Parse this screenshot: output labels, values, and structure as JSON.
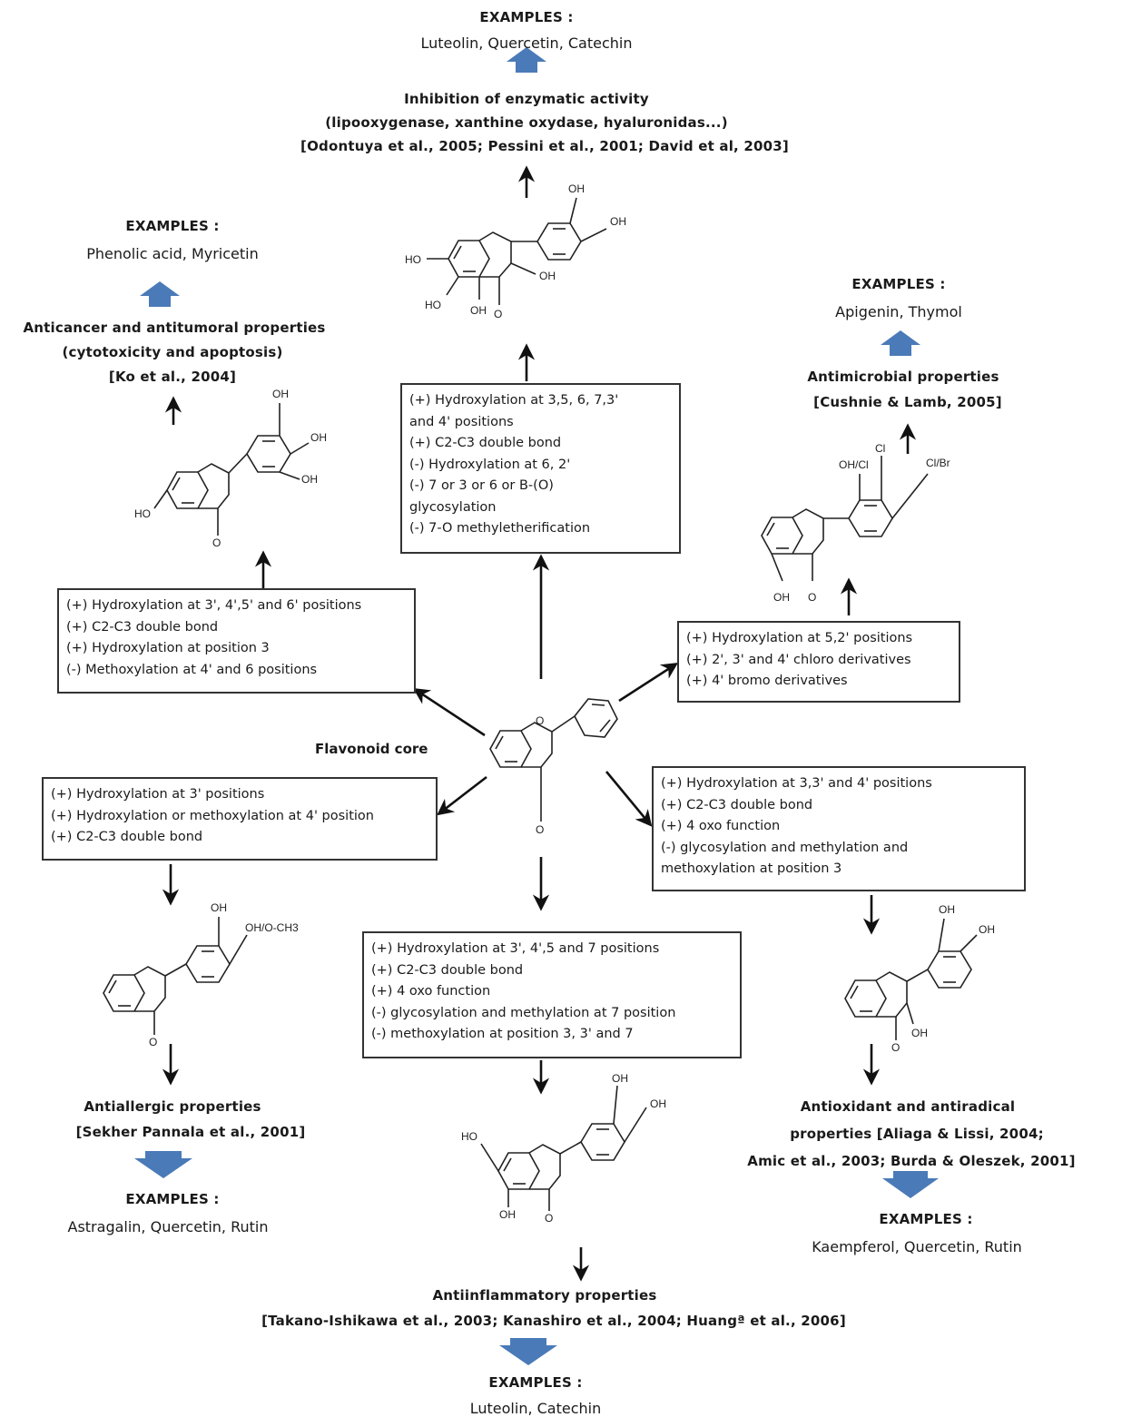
{
  "core_label": "Flavonoid core",
  "top": {
    "examples_label": "EXAMPLES :",
    "examples": "Luteolin, Quercetin, Catechin",
    "activity": "Inhibition of enzymatic activity",
    "detail": "(lipooxygenase, xanthine oxydase, hyaluronidas...)",
    "refs": "[Odontuya et al., 2005; Pessini et al., 2001; David et al, 2003]",
    "box": [
      "(+) Hydroxylation at 3,5, 6, 7,3'",
      "and 4' positions",
      "(+) C2-C3 double bond",
      "(-) Hydroxylation at 6, 2'",
      "(-) 7 or 3 or 6 or B-(O)",
      "glycosylation",
      "(-) 7-O methyletherification"
    ],
    "mol_labels": [
      "OH",
      "OH",
      "HO",
      "HO",
      "OH",
      "OH",
      "O"
    ]
  },
  "top_left": {
    "examples_label": "EXAMPLES :",
    "examples": "Phenolic acid, Myricetin",
    "activity": "Anticancer and antitumoral properties",
    "detail": "(cytotoxicity and apoptosis)",
    "refs": "[Ko et al., 2004]",
    "box": [
      "(+) Hydroxylation at 3', 4',5' and 6' positions",
      "(+) C2-C3 double bond",
      "(+) Hydroxylation at position 3",
      "(-) Methoxylation at 4' and 6 positions"
    ],
    "mol_labels": [
      "OH",
      "OH",
      "OH",
      "HO",
      "O"
    ]
  },
  "top_right": {
    "examples_label": "EXAMPLES :",
    "examples": "Apigenin, Thymol",
    "activity": "Antimicrobial properties",
    "refs": "[Cushnie & Lamb, 2005]",
    "box": [
      "(+) Hydroxylation at 5,2' positions",
      "(+) 2', 3' and 4' chloro derivatives",
      "(+) 4' bromo derivatives"
    ],
    "mol_labels": [
      "OH/Cl",
      "Cl",
      "Cl/Br",
      "OH",
      "O"
    ]
  },
  "bottom_left": {
    "box": [
      "(+) Hydroxylation at 3' positions",
      "(+) Hydroxylation or methoxylation at 4' position",
      "(+) C2-C3 double bond"
    ],
    "mol_labels": [
      "OH",
      "OH/O-CH3",
      "O"
    ],
    "activity": "Antiallergic properties",
    "refs": "[Sekher Pannala et al., 2001]",
    "examples_label": "EXAMPLES :",
    "examples": "Astragalin, Quercetin, Rutin"
  },
  "bottom_center": {
    "box": [
      "(+) Hydroxylation at 3', 4',5 and 7 positions",
      "(+) C2-C3 double bond",
      "(+) 4 oxo function",
      "(-) glycosylation and methylation at 7 position",
      "(-) methoxylation at position 3, 3' and 7"
    ],
    "mol_labels": [
      "OH",
      "OH",
      "HO",
      "OH",
      "O"
    ],
    "activity": "Antiinflammatory properties",
    "refs": "[Takano-Ishikawa et al., 2003; Kanashiro et al., 2004; Huangª et al., 2006]",
    "examples_label": "EXAMPLES :",
    "examples": "Luteolin, Catechin"
  },
  "bottom_right": {
    "box": [
      "(+) Hydroxylation at 3,3' and 4' positions",
      "(+) C2-C3 double bond",
      "(+) 4 oxo function",
      "(-) glycosylation and methylation and",
      "methoxylation at position 3"
    ],
    "mol_labels": [
      "OH",
      "OH",
      "OH",
      "O"
    ],
    "activity_1": "Antioxidant and antiradical",
    "activity_2": "properties [Aliaga & Lissi, 2004;",
    "activity_3": "Amic et al., 2003; Burda & Oleszek, 2001]",
    "examples_label": "EXAMPLES :",
    "examples": "Kaempferol, Quercetin, Rutin"
  },
  "colors": {
    "block_arrow": "#4a7ab8",
    "line": "#111111",
    "box_border": "#333333"
  }
}
